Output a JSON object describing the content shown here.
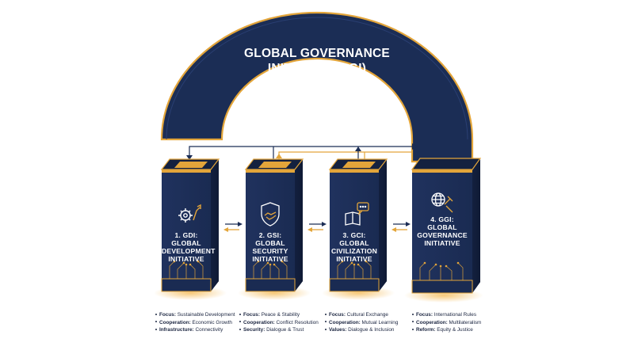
{
  "title": {
    "line1": "GLOBAL GOVERNANCE",
    "line2": "INITIATIVE (GGI)"
  },
  "colors": {
    "navy": "#1b2d55",
    "navy_dark": "#14213f",
    "gold": "#e3a53a",
    "white": "#ffffff"
  },
  "pillars": [
    {
      "label_lines": [
        "1. GDI:",
        "GLOBAL",
        "DEVELOPMENT",
        "INITIATIVE"
      ],
      "icon": "gear-growth-arrow-icon",
      "details": [
        {
          "key": "Focus:",
          "value": "Sustainable Development"
        },
        {
          "key": "Cooperation:",
          "value": "Economic Growth"
        },
        {
          "key": "Infrastructure:",
          "value": "Connectivity"
        }
      ]
    },
    {
      "label_lines": [
        "2. GSI:",
        "GLOBAL",
        "SECURITY",
        "INITIATIVE"
      ],
      "icon": "shield-handshake-icon",
      "details": [
        {
          "key": "Focus:",
          "value": "Peace & Stability"
        },
        {
          "key": "Cooperation:",
          "value": "Conflict Resolution"
        },
        {
          "key": "Security:",
          "value": "Dialogue & Trust"
        }
      ]
    },
    {
      "label_lines": [
        "3. GCI:",
        "GLOBAL",
        "CIVILIZATION",
        "INITIATIVE"
      ],
      "icon": "book-chat-icon",
      "details": [
        {
          "key": "Focus:",
          "value": "Cultural Exchange"
        },
        {
          "key": "Cooperation:",
          "value": "Mutual Learning"
        },
        {
          "key": "Values:",
          "value": "Dialogue & Inclusion"
        }
      ]
    },
    {
      "label_lines": [
        "4. GGI:",
        "GLOBAL",
        "GOVERNANCE",
        "INITIATIVE"
      ],
      "icon": "globe-gavel-icon",
      "details": [
        {
          "key": "Focus:",
          "value": "International Rules"
        },
        {
          "key": "Cooperation:",
          "value": "Multilateralism"
        },
        {
          "key": "Reform:",
          "value": "Equity & Justice"
        }
      ]
    }
  ]
}
